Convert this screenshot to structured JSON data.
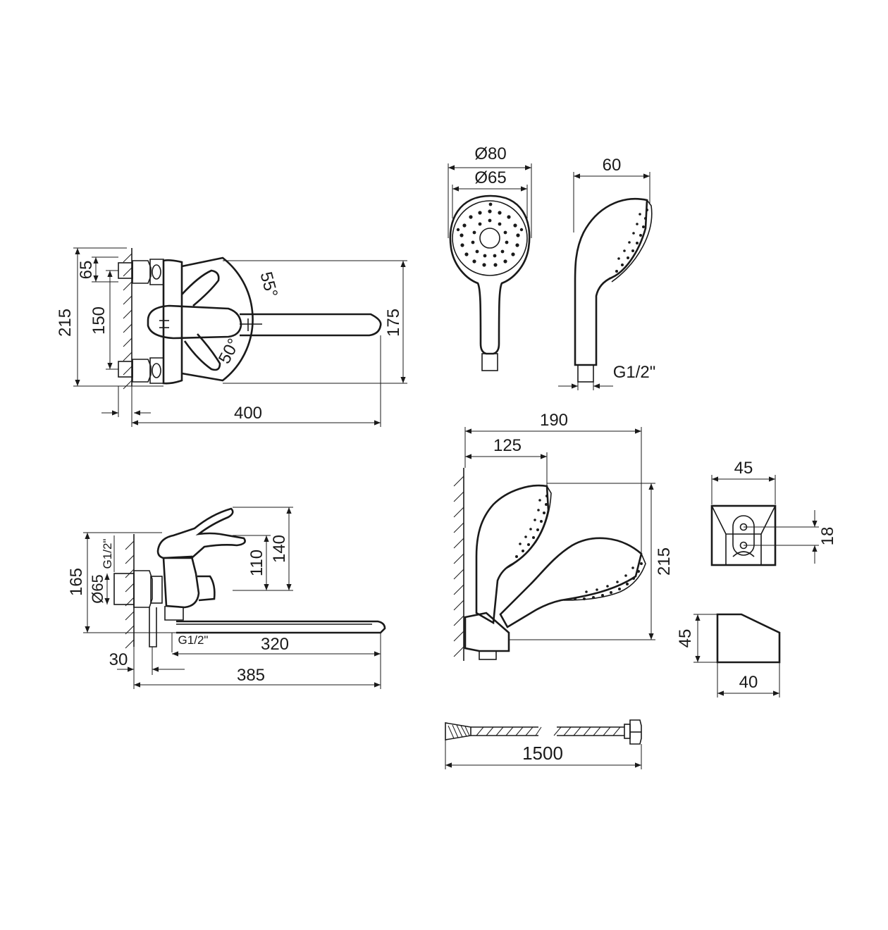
{
  "labels": {
    "front_height": "215",
    "front_upper": "65",
    "front_mid": "150",
    "front_angle_up": "55°",
    "front_angle_down": "50°",
    "front_right": "175",
    "front_length": "400",
    "side_total": "165",
    "side_thread": "G1/2\"",
    "side_diam": "Ø65",
    "side_h110": "110",
    "side_h140": "140",
    "side_thread_bottom": "G1/2\"",
    "side_spout": "320",
    "side_offset": "30",
    "side_length": "385",
    "shower_outer": "Ø80",
    "shower_inner": "Ø65",
    "shower_depth": "60",
    "shower_thread": "G1/2\"",
    "holder_width": "190",
    "holder_reach": "125",
    "holder_height": "215",
    "bracket_width": "45",
    "bracket_holes": "18",
    "bracket_height": "45",
    "bracket_depth": "40",
    "hose_length": "1500"
  }
}
